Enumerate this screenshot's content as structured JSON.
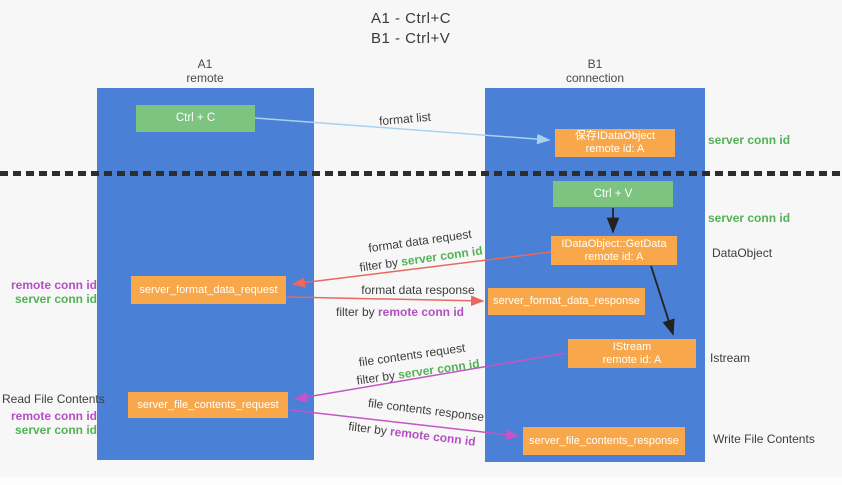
{
  "title": {
    "line1": "A1 - Ctrl+C",
    "line2": "B1 - Ctrl+V"
  },
  "columns": {
    "a": {
      "header_line1": "A1",
      "header_line2": "remote"
    },
    "b": {
      "header_line1": "B1",
      "header_line2": "connection"
    }
  },
  "nodes": {
    "ctrl_c": "Ctrl + C",
    "ctrl_v": "Ctrl + V",
    "save_idataobject": {
      "line1": "保存IDataObject",
      "line2": "remote id: A"
    },
    "idataobject_getdata": {
      "line1": "IDataObject::GetData",
      "line2": "remote id: A"
    },
    "istream": {
      "line1": "IStream",
      "line2": "remote id: A"
    },
    "server_format_data_request": "server_format_data_request",
    "server_format_data_response": "server_format_data_response",
    "server_file_contents_request": "server_file_contents_request",
    "server_file_contents_response": "server_file_contents_response"
  },
  "side_labels": {
    "server_conn_id_top": "server conn id",
    "server_conn_id_mid": "server conn id",
    "dataobject": "DataObject",
    "istream": "Istream",
    "write_file_contents": "Write File Contents",
    "read_file_contents": "Read File Contents",
    "remote_conn_id_left1": "remote conn id",
    "server_conn_id_left1": "server conn id",
    "remote_conn_id_left2": "remote conn id",
    "server_conn_id_left2": "server conn id"
  },
  "arrow_labels": {
    "format_list": "format list",
    "format_data_request": "format data request",
    "filter_by_1_prefix": "filter by ",
    "filter_by_1_value": "server conn id",
    "format_data_response": "format data response",
    "filter_by_2_prefix": "filter by ",
    "filter_by_2_value": "remote conn id",
    "file_contents_request": "file contents request",
    "filter_by_3_prefix": "filter by ",
    "filter_by_3_value": "server conn id",
    "file_contents_response": "file contents response",
    "filter_by_4_prefix": "filter by ",
    "filter_by_4_value": "remote conn id"
  },
  "colors": {
    "column_blue": "#4a80d5",
    "box_green": "#7cc480",
    "box_orange": "#f8a84a",
    "text_green": "#53b156",
    "text_purple": "#b44fc4",
    "arrow_red": "#e8695f",
    "arrow_magenta": "#c455c8",
    "arrow_light_blue": "#a5d3f0",
    "arrow_black": "#222222",
    "dotted_line": "#2d2d2d",
    "background": "#f7f7f7"
  }
}
